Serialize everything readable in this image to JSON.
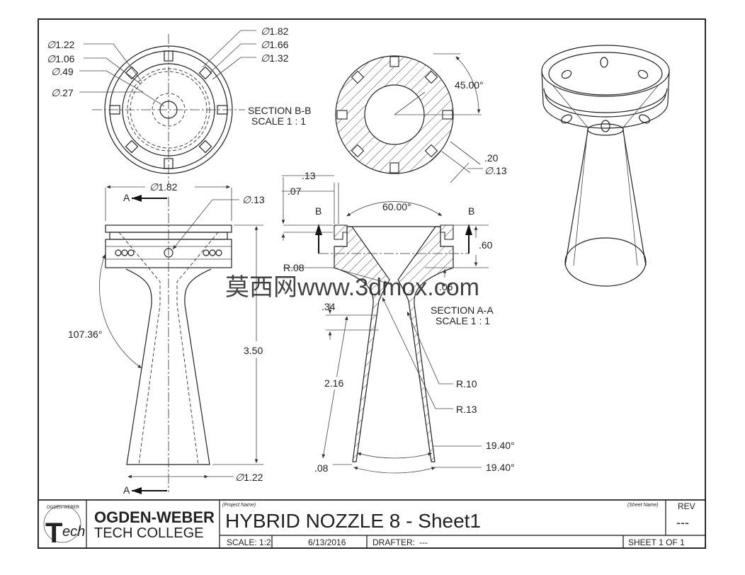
{
  "views": {
    "section_b": {
      "title": "SECTION B-B",
      "scale": "SCALE 1 : 1"
    },
    "section_a": {
      "title": "SECTION A-A",
      "scale": "SCALE 1 : 1"
    }
  },
  "dimensions": {
    "top_view": {
      "d1": "1.22",
      "d2": "1.06",
      "d3": ".49",
      "d4": ".27",
      "d5": "1.82",
      "d6": "1.66",
      "d7": "1.32"
    },
    "section_b": {
      "angle": "45.00°",
      "slot_depth": ".20",
      "hole": ".13"
    },
    "front_view": {
      "width": "1.82",
      "hole": ".13",
      "height": "3.50",
      "angle": "107.36°",
      "exit": "1.22",
      "cut_label": "A"
    },
    "section_a": {
      "top_off": ".13",
      "top_step": ".07",
      "cone_angle": "60.00°",
      "ring": ".60",
      "r_top": "R.08",
      "throat": ".34",
      "length": "2.16",
      "r1": "R.10",
      "r2": "R.13",
      "exit_angle1": "19.40°",
      "exit_angle2": "19.40°",
      "lip": ".08",
      "cut_label": "B",
      "extra": ".06"
    }
  },
  "watermark": "莫西网www.3dmox.com",
  "title_block": {
    "logo_ring": "OGDEN-WEBER",
    "logo_letter": "T",
    "logo_suffix": "ech",
    "school_line1": "OGDEN-WEBER",
    "school_line2": "TECH COLLEGE",
    "project_label": "(Project Name)",
    "sheet_label": "(Sheet Name)",
    "title": "HYBRID NOZZLE 8 - Sheet1",
    "rev_label": "REV",
    "rev_value": "---",
    "scale": "SCALE: 1:2",
    "date": "6/13/2016",
    "drafter": "DRAFTER:",
    "drafter_value": "---",
    "sheet": "SHEET 1 OF 1"
  }
}
